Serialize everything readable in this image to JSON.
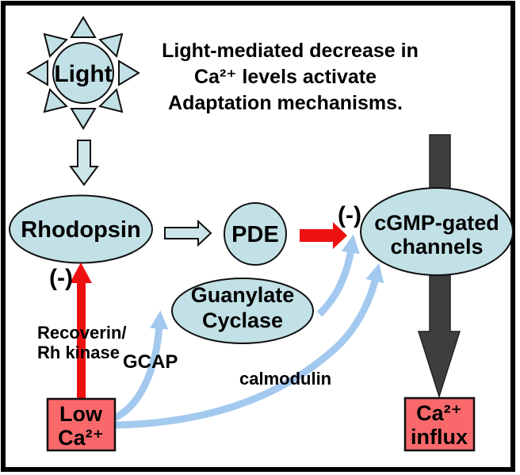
{
  "title": {
    "line1": "Light-mediated decrease in",
    "line2": "Ca²⁺ levels activate",
    "line3": "Adaptation mechanisms."
  },
  "sun": {
    "label": "Light"
  },
  "nodes": {
    "rhodopsin": {
      "label": "Rhodopsin"
    },
    "pde": {
      "label": "PDE"
    },
    "cgmp_channels": {
      "line1": "cGMP-gated",
      "line2": "channels"
    },
    "guanylate_cyclase": {
      "line1": "Guanylate",
      "line2": "Cyclase"
    },
    "low_ca": {
      "line1": "Low",
      "line2": "Ca²⁺"
    },
    "ca_influx": {
      "line1": "Ca²⁺",
      "line2": "influx"
    }
  },
  "labels": {
    "inhibit_rhodopsin": "(-)",
    "inhibit_channels": "(-)",
    "recoverin_line1": "Recoverin/",
    "recoverin_line2": "Rh kinase",
    "gcap": "GCAP",
    "calmodulin": "calmodulin"
  },
  "colors": {
    "node_fill": "#c2e1e6",
    "hollow_arrow_fill": "#cde5e9",
    "activation_arrow_red": "#ee1111",
    "calcium_box_red": "#f9696b",
    "dark_flux_arrow": "#3e3e3e",
    "feedback_arrow_blue": "#a3c9ef",
    "outline": "#101010",
    "background": "#ffffff"
  }
}
